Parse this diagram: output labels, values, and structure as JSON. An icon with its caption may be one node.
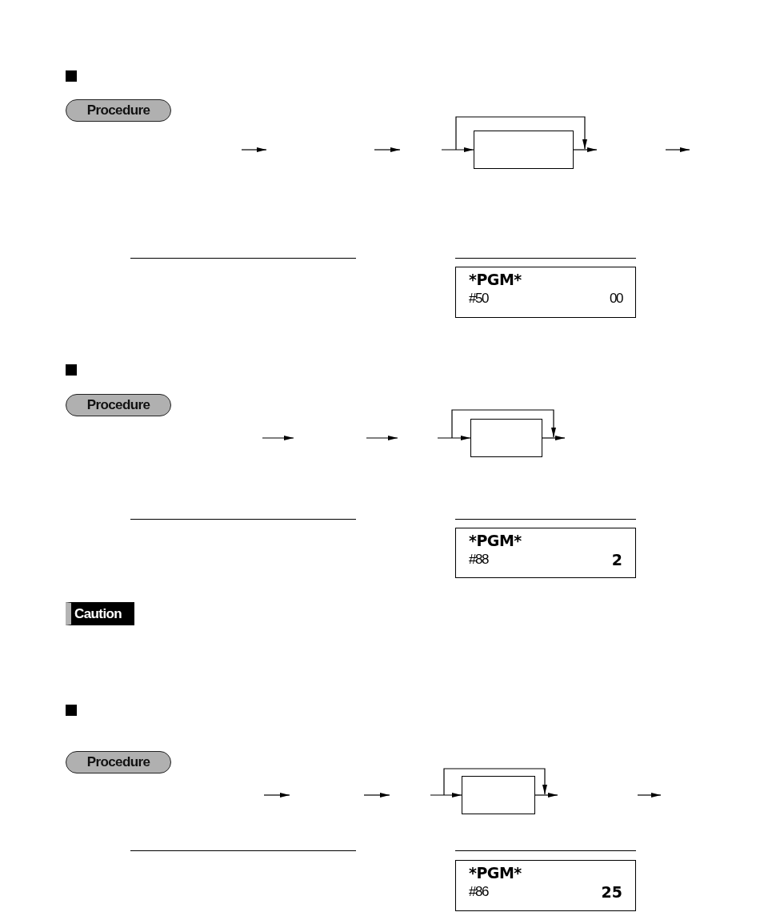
{
  "diagram": {
    "nodes": [
      {
        "text": [
          "Procedure"
        ]
      },
      {
        "text": [],
        "shape": "box"
      },
      {
        "text": [
          "*PGM*",
          "#50",
          "00"
        ]
      },
      {
        "text": [
          "Procedure"
        ]
      },
      {
        "text": [],
        "shape": "box"
      },
      {
        "text": [
          "*PGM*",
          "#88",
          "2"
        ]
      },
      {
        "text": [
          "Caution"
        ]
      },
      {
        "text": [
          "Procedure"
        ]
      },
      {
        "text": [],
        "shape": "box"
      },
      {
        "text": [
          "*PGM*",
          "#86",
          "25"
        ]
      }
    ],
    "edges": [
      {
        "from": null,
        "to": 1,
        "arrow": "to"
      },
      {
        "from": 1,
        "to": null,
        "arrow": "to"
      },
      {
        "from": null,
        "to": 4,
        "arrow": "to"
      },
      {
        "from": 4,
        "to": null,
        "arrow": "to"
      },
      {
        "from": null,
        "to": 8,
        "arrow": "to"
      },
      {
        "from": 8,
        "to": null,
        "arrow": "to"
      }
    ]
  }
}
